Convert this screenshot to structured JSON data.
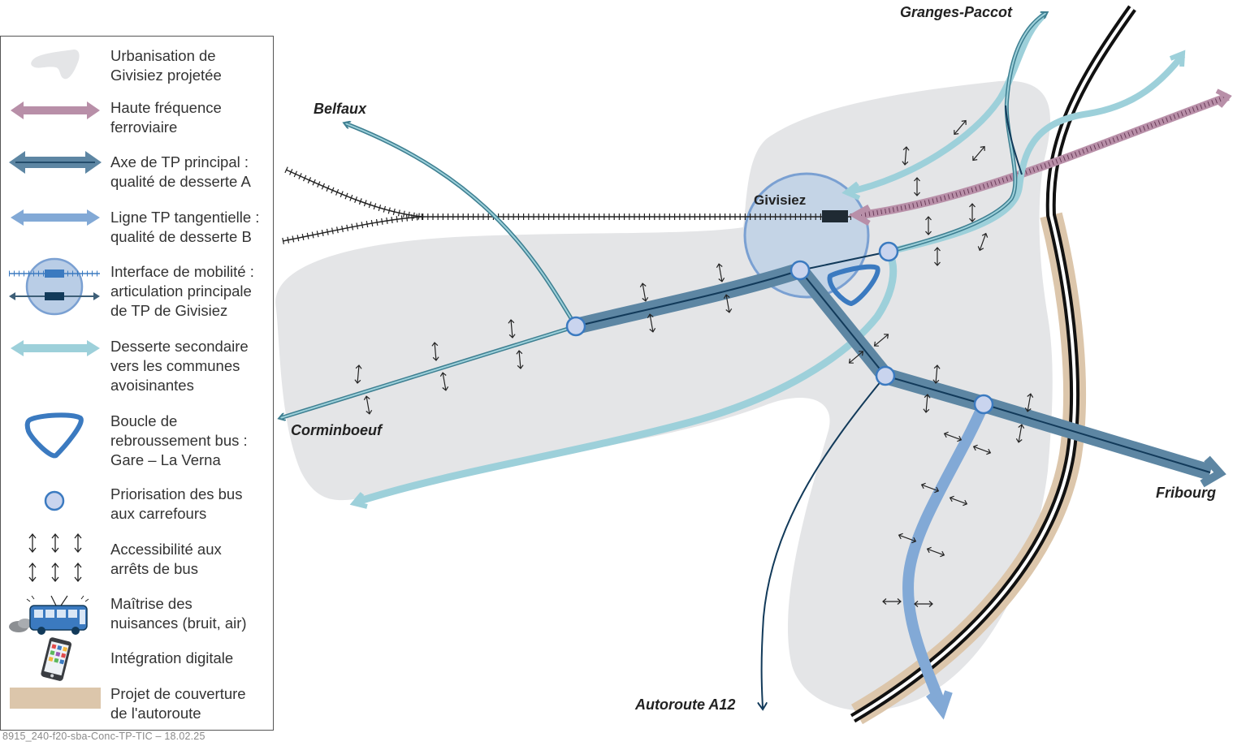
{
  "places": {
    "granges_paccot": "Granges-Paccot",
    "belfaux": "Belfaux",
    "givisiez": "Givisiez",
    "corminboeuf": "Corminboeuf",
    "fribourg": "Fribourg",
    "autoroute": "Autoroute A12"
  },
  "legend": {
    "items": [
      {
        "id": "urbanisation",
        "lines": [
          "Urbanisation de",
          "Givisiez projetée"
        ]
      },
      {
        "id": "haute_frequence",
        "lines": [
          "Haute fréquence",
          "ferroviaire"
        ]
      },
      {
        "id": "axe_principal",
        "lines": [
          "Axe de TP principal :",
          "qualité de desserte A"
        ]
      },
      {
        "id": "ligne_tangentielle",
        "lines": [
          "Ligne TP tangentielle :",
          "qualité de desserte B"
        ]
      },
      {
        "id": "interface",
        "lines": [
          "Interface de mobilité :",
          "articulation principale",
          "de TP de Givisiez"
        ]
      },
      {
        "id": "desserte_secondaire",
        "lines": [
          "Desserte secondaire",
          "vers les communes",
          "avoisinantes"
        ]
      },
      {
        "id": "boucle",
        "lines": [
          "Boucle de",
          "rebroussement bus :",
          "Gare – La Verna"
        ]
      },
      {
        "id": "priorisation",
        "lines": [
          "Priorisation des bus",
          "aux carrefours"
        ]
      },
      {
        "id": "accessibilite",
        "lines": [
          "Accessibilité aux",
          "arrêts de bus"
        ]
      },
      {
        "id": "nuisances",
        "lines": [
          "Maîtrise des",
          "nuisances (bruit, air)"
        ]
      },
      {
        "id": "digitale",
        "lines": [
          "Intégration digitale"
        ]
      },
      {
        "id": "couverture",
        "lines": [
          "Projet de couverture",
          "de l'autoroute"
        ]
      }
    ]
  },
  "footer": "8915_240-f20-sba-Conc-TP-TIC – 18.02.25",
  "colors": {
    "urbanisation": "#e4e5e7",
    "haute_frequence": "#b88fa8",
    "axe_principal": "#5d86a3",
    "ligne_tangentielle": "#82a9d6",
    "interface": "#b9cde6",
    "desserte_secondaire": "#9dd0da",
    "couverture": "#dcc6ab",
    "dark_line": "#123a5a"
  },
  "icons": [
    "bus-icon",
    "smartphone-icon",
    "accessibility-arrow-icon",
    "bus-priority-node-icon",
    "rail-station-icon"
  ]
}
